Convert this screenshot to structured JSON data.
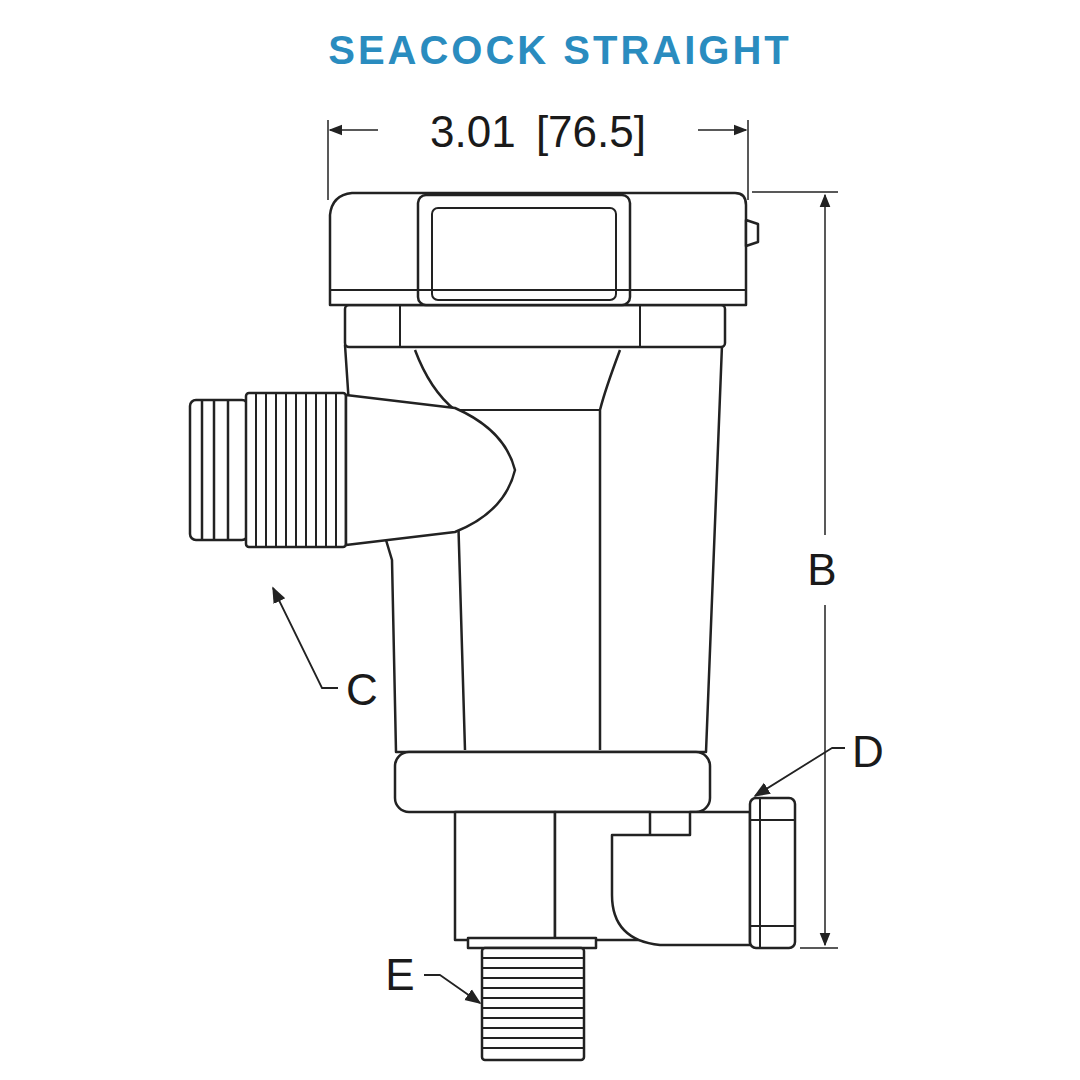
{
  "diagram": {
    "title": "SEACOCK STRAIGHT",
    "labels": [
      "3.01 [76.5]",
      "B",
      "C",
      "D",
      "E"
    ]
  }
}
